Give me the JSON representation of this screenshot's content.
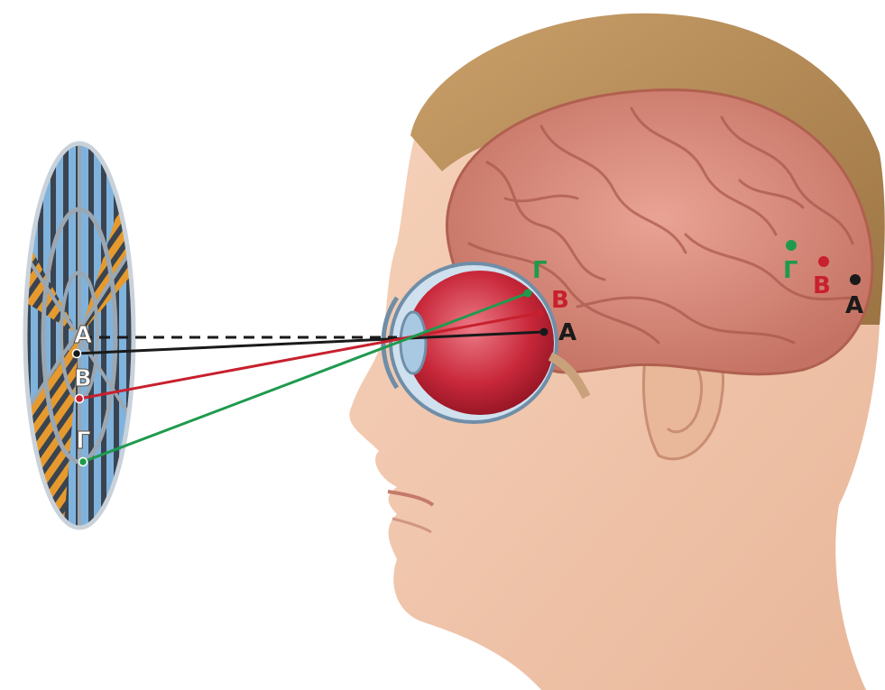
{
  "labels": {
    "target": {
      "a": "А",
      "v": "В",
      "g": "Г"
    },
    "retina": {
      "a": "А",
      "v": "В",
      "g": "Г"
    },
    "cortex": {
      "a": "А",
      "v": "В",
      "g": "Г"
    }
  },
  "colors": {
    "path_a": "#1a1a1a",
    "path_v": "#c8202e",
    "path_g": "#1f9a4d",
    "target_blue": "#7fb3dd",
    "target_orange": "#e69a2e",
    "target_dark": "#3a4450",
    "brain": "#d98c7e",
    "eyeball": "#c8283a",
    "skin": "#f2c7ac",
    "hair": "#b88b55"
  },
  "icons": {
    "target_disc": "striped-visual-field-disc-illustration",
    "head": "human-head-profile-illustration",
    "brain": "cerebral-cortex-illustration",
    "eye": "eyeball-cross-section-illustration"
  }
}
